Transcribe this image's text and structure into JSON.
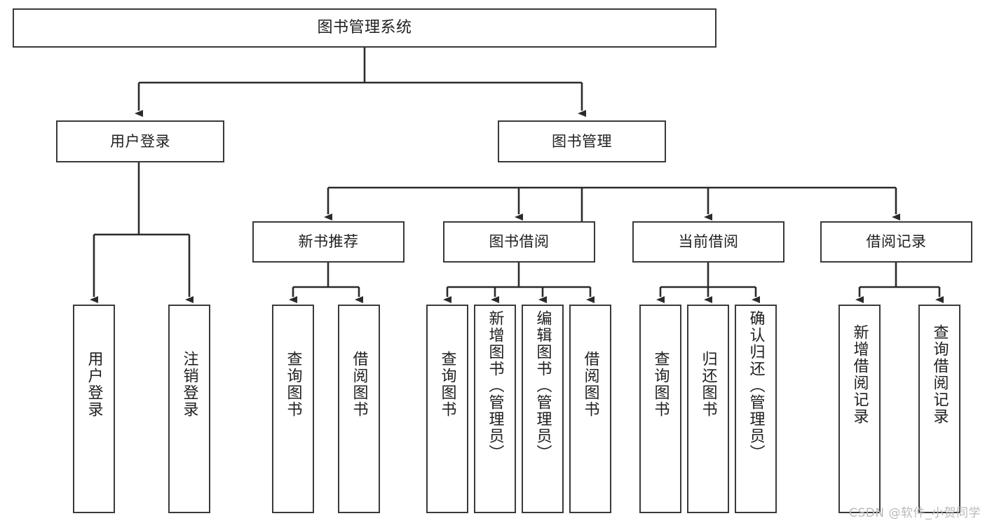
{
  "diagram": {
    "title": "图书管理系统",
    "type": "tree",
    "root": {
      "label": "图书管理系统"
    },
    "level2": [
      {
        "label": "用户登录"
      },
      {
        "label": "图书管理"
      }
    ],
    "level3": [
      {
        "label": "新书推荐"
      },
      {
        "label": "图书借阅"
      },
      {
        "label": "当前借阅"
      },
      {
        "label": "借阅记录"
      }
    ],
    "leaves": [
      {
        "label": "用户登录",
        "parent": "用户登录"
      },
      {
        "label": "注销登录",
        "parent": "用户登录"
      },
      {
        "label": "查询图书",
        "parent": "新书推荐"
      },
      {
        "label": "借阅图书",
        "parent": "新书推荐"
      },
      {
        "label": "查询图书",
        "parent": "图书借阅"
      },
      {
        "label": "新增图书（管理员）",
        "parent": "图书借阅"
      },
      {
        "label": "编辑图书（管理员）",
        "parent": "图书借阅"
      },
      {
        "label": "借阅图书",
        "parent": "图书借阅"
      },
      {
        "label": "查询图书",
        "parent": "当前借阅"
      },
      {
        "label": "归还图书",
        "parent": "当前借阅"
      },
      {
        "label": "确认归还（管理员）",
        "parent": "当前借阅"
      },
      {
        "label": "新增借阅记录",
        "parent": "借阅记录"
      },
      {
        "label": "查询借阅记录",
        "parent": "借阅记录"
      }
    ],
    "watermark": "CSDN @软件_小贺同学",
    "colors": {
      "stroke": "#3a3a3a",
      "fill": "#ffffff",
      "text": "#1f1f1f",
      "watermark": "#b9b9b9"
    }
  }
}
